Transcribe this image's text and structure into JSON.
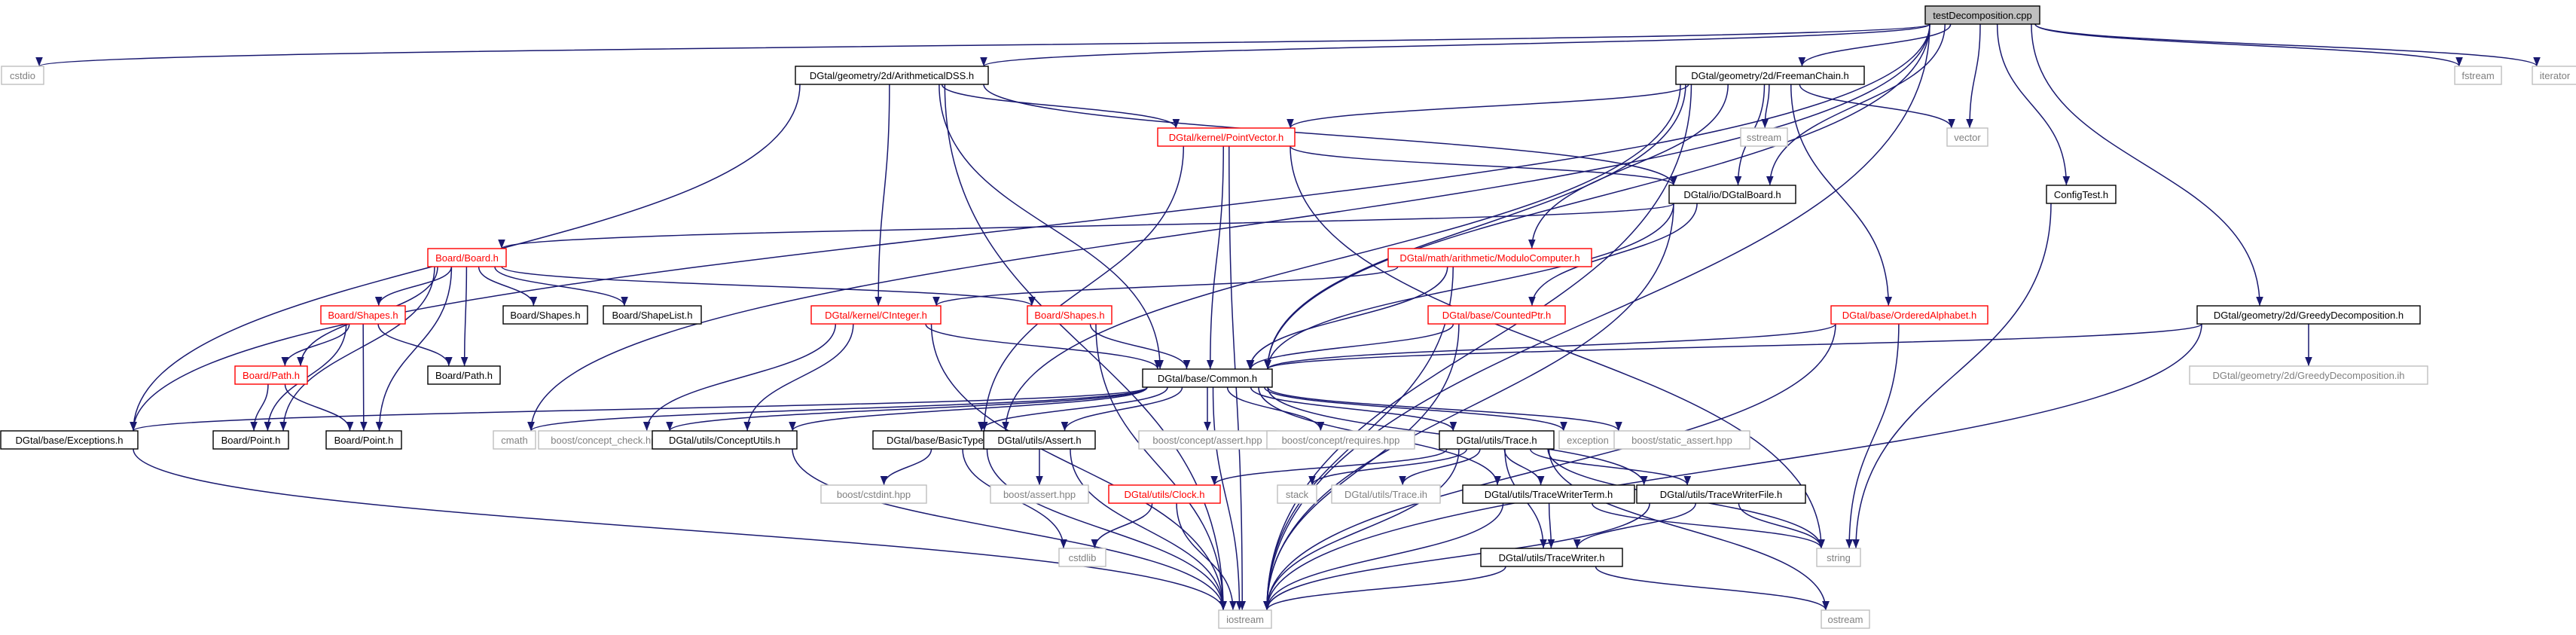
{
  "colors": {
    "edge": "#191970",
    "root_fill": "#bfbfbf",
    "doc_border": "#000000",
    "truncated_border": "#ff0000",
    "external_border": "#bfbfbf",
    "external_text": "#808080",
    "text": "#000000",
    "truncated_text": "#ff0000"
  },
  "nodes": [
    {
      "id": "root",
      "label": "testDecomposition.cpp",
      "kind": "root"
    },
    {
      "id": "cstdio",
      "label": "cstdio",
      "kind": "external"
    },
    {
      "id": "adss",
      "label": "DGtal/geometry/2d/ArithmeticalDSS.h",
      "kind": "doc"
    },
    {
      "id": "freeman",
      "label": "DGtal/geometry/2d/FreemanChain.h",
      "kind": "doc"
    },
    {
      "id": "fstream",
      "label": "fstream",
      "kind": "external"
    },
    {
      "id": "iterator",
      "label": "iterator",
      "kind": "external"
    },
    {
      "id": "pointvector",
      "label": "DGtal/kernel/PointVector.h",
      "kind": "truncated"
    },
    {
      "id": "sstream",
      "label": "sstream",
      "kind": "external"
    },
    {
      "id": "vector",
      "label": "vector",
      "kind": "external"
    },
    {
      "id": "dgtalboard",
      "label": "DGtal/io/DGtalBoard.h",
      "kind": "doc"
    },
    {
      "id": "configtest",
      "label": "ConfigTest.h",
      "kind": "doc"
    },
    {
      "id": "boardh",
      "label": "Board/Board.h",
      "kind": "truncated"
    },
    {
      "id": "modulo",
      "label": "DGtal/math/arithmetic/ModuloComputer.h",
      "kind": "truncated"
    },
    {
      "id": "boardshapes_r",
      "label": "Board/Shapes.h",
      "kind": "truncated"
    },
    {
      "id": "boardshapes_b",
      "label": "Board/Shapes.h",
      "kind": "doc"
    },
    {
      "id": "shapelist",
      "label": "Board/ShapeList.h",
      "kind": "doc"
    },
    {
      "id": "cinteger",
      "label": "DGtal/kernel/CInteger.h",
      "kind": "truncated"
    },
    {
      "id": "boardshapes_r2",
      "label": "Board/Shapes.h",
      "kind": "truncated"
    },
    {
      "id": "countedptr",
      "label": "DGtal/base/CountedPtr.h",
      "kind": "truncated"
    },
    {
      "id": "orderedalpha",
      "label": "DGtal/base/OrderedAlphabet.h",
      "kind": "truncated"
    },
    {
      "id": "greedy",
      "label": "DGtal/geometry/2d/GreedyDecomposition.h",
      "kind": "doc"
    },
    {
      "id": "boardpath_r",
      "label": "Board/Path.h",
      "kind": "truncated"
    },
    {
      "id": "boardpath_b",
      "label": "Board/Path.h",
      "kind": "doc"
    },
    {
      "id": "common",
      "label": "DGtal/base/Common.h",
      "kind": "doc"
    },
    {
      "id": "greedy_ih",
      "label": "DGtal/geometry/2d/GreedyDecomposition.ih",
      "kind": "external"
    },
    {
      "id": "exceptions",
      "label": "DGtal/base/Exceptions.h",
      "kind": "doc"
    },
    {
      "id": "boardpoint1",
      "label": "Board/Point.h",
      "kind": "doc"
    },
    {
      "id": "boardpoint2",
      "label": "Board/Point.h",
      "kind": "doc"
    },
    {
      "id": "cmath",
      "label": "cmath",
      "kind": "external"
    },
    {
      "id": "conceptcheck",
      "label": "boost/concept_check.hpp",
      "kind": "external"
    },
    {
      "id": "conceptutils",
      "label": "DGtal/utils/ConceptUtils.h",
      "kind": "doc"
    },
    {
      "id": "basictypes",
      "label": "DGtal/base/BasicTypes.h",
      "kind": "doc"
    },
    {
      "id": "assert",
      "label": "DGtal/utils/Assert.h",
      "kind": "doc"
    },
    {
      "id": "conceptassert",
      "label": "boost/concept/assert.hpp",
      "kind": "external"
    },
    {
      "id": "conceptrequires",
      "label": "boost/concept/requires.hpp",
      "kind": "external"
    },
    {
      "id": "trace",
      "label": "DGtal/utils/Trace.h",
      "kind": "doc"
    },
    {
      "id": "exception",
      "label": "exception",
      "kind": "external"
    },
    {
      "id": "staticassert",
      "label": "boost/static_assert.hpp",
      "kind": "external"
    },
    {
      "id": "cstdint",
      "label": "boost/cstdint.hpp",
      "kind": "external"
    },
    {
      "id": "boostassert",
      "label": "boost/assert.hpp",
      "kind": "external"
    },
    {
      "id": "clock",
      "label": "DGtal/utils/Clock.h",
      "kind": "truncated"
    },
    {
      "id": "stack",
      "label": "stack",
      "kind": "external"
    },
    {
      "id": "traceih",
      "label": "DGtal/utils/Trace.ih",
      "kind": "external"
    },
    {
      "id": "tracewriterterm",
      "label": "DGtal/utils/TraceWriterTerm.h",
      "kind": "doc"
    },
    {
      "id": "tracewriterfile",
      "label": "DGtal/utils/TraceWriterFile.h",
      "kind": "doc"
    },
    {
      "id": "cstdlib",
      "label": "cstdlib",
      "kind": "external"
    },
    {
      "id": "string",
      "label": "string",
      "kind": "external"
    },
    {
      "id": "tracewriter",
      "label": "DGtal/utils/TraceWriter.h",
      "kind": "doc"
    },
    {
      "id": "iostream",
      "label": "iostream",
      "kind": "external"
    },
    {
      "id": "ostream",
      "label": "ostream",
      "kind": "external"
    }
  ],
  "edges": [
    [
      "root",
      "cstdio"
    ],
    [
      "root",
      "adss"
    ],
    [
      "root",
      "freeman"
    ],
    [
      "root",
      "fstream"
    ],
    [
      "root",
      "iterator"
    ],
    [
      "root",
      "vector"
    ],
    [
      "root",
      "dgtalboard"
    ],
    [
      "root",
      "configtest"
    ],
    [
      "root",
      "greedy"
    ],
    [
      "root",
      "common"
    ],
    [
      "root",
      "exceptions"
    ],
    [
      "root",
      "cmath"
    ],
    [
      "root",
      "iostream"
    ],
    [
      "adss",
      "pointvector"
    ],
    [
      "adss",
      "dgtalboard"
    ],
    [
      "adss",
      "cinteger"
    ],
    [
      "adss",
      "common"
    ],
    [
      "adss",
      "exceptions"
    ],
    [
      "adss",
      "iostream"
    ],
    [
      "freeman",
      "pointvector"
    ],
    [
      "freeman",
      "sstream"
    ],
    [
      "freeman",
      "vector"
    ],
    [
      "freeman",
      "dgtalboard"
    ],
    [
      "freeman",
      "modulo"
    ],
    [
      "freeman",
      "orderedalpha"
    ],
    [
      "freeman",
      "common"
    ],
    [
      "freeman",
      "basictypes"
    ],
    [
      "freeman",
      "iostream"
    ],
    [
      "pointvector",
      "dgtalboard"
    ],
    [
      "pointvector",
      "common"
    ],
    [
      "pointvector",
      "basictypes"
    ],
    [
      "pointvector",
      "string"
    ],
    [
      "pointvector",
      "iostream"
    ],
    [
      "dgtalboard",
      "boardh"
    ],
    [
      "dgtalboard",
      "countedptr"
    ],
    [
      "dgtalboard",
      "common"
    ],
    [
      "dgtalboard",
      "iostream"
    ],
    [
      "configtest",
      "string"
    ],
    [
      "boardh",
      "boardshapes_r"
    ],
    [
      "boardh",
      "boardshapes_b"
    ],
    [
      "boardh",
      "shapelist"
    ],
    [
      "boardh",
      "boardshapes_r2"
    ],
    [
      "boardh",
      "boardpath_r"
    ],
    [
      "boardh",
      "boardpath_b"
    ],
    [
      "boardh",
      "boardpoint1"
    ],
    [
      "boardh",
      "boardpoint2"
    ],
    [
      "modulo",
      "cinteger"
    ],
    [
      "modulo",
      "common"
    ],
    [
      "modulo",
      "iostream"
    ],
    [
      "boardshapes_r",
      "boardpath_r"
    ],
    [
      "boardshapes_r",
      "boardpath_b"
    ],
    [
      "boardshapes_r",
      "boardpoint1"
    ],
    [
      "boardshapes_r",
      "boardpoint2"
    ],
    [
      "boardpath_r",
      "boardpoint1"
    ],
    [
      "boardpath_r",
      "boardpoint2"
    ],
    [
      "cinteger",
      "common"
    ],
    [
      "cinteger",
      "conceptutils"
    ],
    [
      "cinteger",
      "conceptcheck"
    ],
    [
      "cinteger",
      "iostream"
    ],
    [
      "boardshapes_r2",
      "common"
    ],
    [
      "boardshapes_r2",
      "iostream"
    ],
    [
      "countedptr",
      "common"
    ],
    [
      "countedptr",
      "iostream"
    ],
    [
      "orderedalpha",
      "common"
    ],
    [
      "orderedalpha",
      "string"
    ],
    [
      "orderedalpha",
      "iostream"
    ],
    [
      "greedy",
      "common"
    ],
    [
      "greedy",
      "greedy_ih"
    ],
    [
      "greedy",
      "iostream"
    ],
    [
      "common",
      "exceptions"
    ],
    [
      "common",
      "cmath"
    ],
    [
      "common",
      "conceptcheck"
    ],
    [
      "common",
      "conceptutils"
    ],
    [
      "common",
      "basictypes"
    ],
    [
      "common",
      "assert"
    ],
    [
      "common",
      "conceptassert"
    ],
    [
      "common",
      "conceptrequires"
    ],
    [
      "common",
      "trace"
    ],
    [
      "common",
      "exception"
    ],
    [
      "common",
      "staticassert"
    ],
    [
      "common",
      "tracewriterterm"
    ],
    [
      "common",
      "tracewriterfile"
    ],
    [
      "common",
      "iostream"
    ],
    [
      "exceptions",
      "iostream"
    ],
    [
      "conceptutils",
      "iostream"
    ],
    [
      "basictypes",
      "cstdint"
    ],
    [
      "basictypes",
      "cstdlib"
    ],
    [
      "basictypes",
      "iostream"
    ],
    [
      "assert",
      "boostassert"
    ],
    [
      "assert",
      "iostream"
    ],
    [
      "trace",
      "clock"
    ],
    [
      "trace",
      "stack"
    ],
    [
      "trace",
      "traceih"
    ],
    [
      "trace",
      "tracewriterterm"
    ],
    [
      "trace",
      "tracewriterfile"
    ],
    [
      "trace",
      "tracewriter"
    ],
    [
      "trace",
      "string"
    ],
    [
      "trace",
      "iostream"
    ],
    [
      "trace",
      "ostream"
    ],
    [
      "clock",
      "cstdlib"
    ],
    [
      "clock",
      "iostream"
    ],
    [
      "tracewriterterm",
      "tracewriter"
    ],
    [
      "tracewriterterm",
      "string"
    ],
    [
      "tracewriterterm",
      "iostream"
    ],
    [
      "tracewriterfile",
      "tracewriter"
    ],
    [
      "tracewriterfile",
      "string"
    ],
    [
      "tracewriterfile",
      "iostream"
    ],
    [
      "tracewriter",
      "iostream"
    ],
    [
      "tracewriter",
      "ostream"
    ]
  ]
}
